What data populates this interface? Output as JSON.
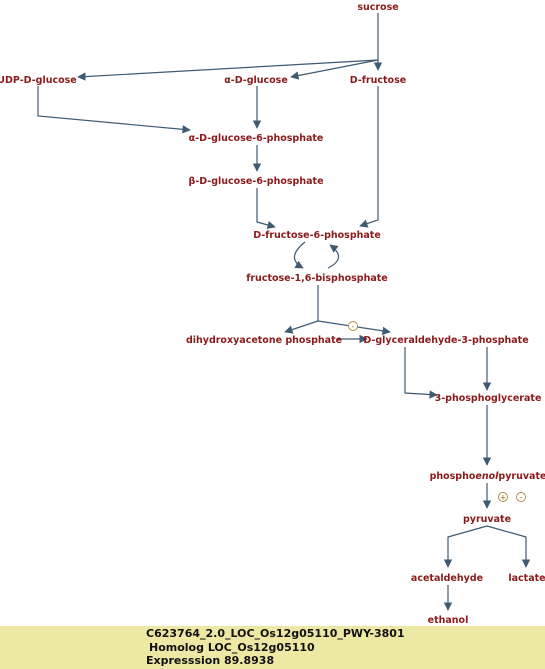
{
  "pathway": {
    "nodes": [
      {
        "id": "sucrose",
        "label": "sucrose"
      },
      {
        "id": "udp_glc",
        "label": "UDP-D-glucose"
      },
      {
        "id": "a_glc",
        "label": "α-D-glucose"
      },
      {
        "id": "fru",
        "label": "D-fructose"
      },
      {
        "id": "a_g6p",
        "label": "α-D-glucose-6-phosphate"
      },
      {
        "id": "b_g6p",
        "label": "β-D-glucose-6-phosphate"
      },
      {
        "id": "f6p",
        "label": "D-fructose-6-phosphate"
      },
      {
        "id": "fbp",
        "label": "fructose-1,6-bisphosphate"
      },
      {
        "id": "dhap",
        "label": "dihydroxyacetone phosphate"
      },
      {
        "id": "g3p",
        "label": "D-glyceraldehyde-3-phosphate"
      },
      {
        "id": "pg3",
        "label": "3-phosphoglycerate"
      },
      {
        "id": "pep",
        "label_parts": [
          "phospho",
          "enol",
          "pyruvate"
        ]
      },
      {
        "id": "pyr",
        "label": "pyruvate"
      },
      {
        "id": "acald",
        "label": "acetaldehyde"
      },
      {
        "id": "lac",
        "label": "lactate"
      },
      {
        "id": "etoh",
        "label": "ethanol"
      }
    ],
    "modifiers": [
      {
        "id": "mod-fbp-minus",
        "sign": "-"
      },
      {
        "id": "mod-pyr-plus",
        "sign": "+"
      },
      {
        "id": "mod-pyr-minus",
        "sign": "-"
      }
    ]
  },
  "info": {
    "line1": "C623764_2.0_LOC_Os12g05110_PWY-3801",
    "line2": "Homolog LOC_Os12g05110",
    "line3": "Expresssion 89.8938"
  },
  "colors": {
    "node_text": "#8b1a1a",
    "edge": "#3f5a73",
    "panel_bg": "#eee8a5"
  }
}
